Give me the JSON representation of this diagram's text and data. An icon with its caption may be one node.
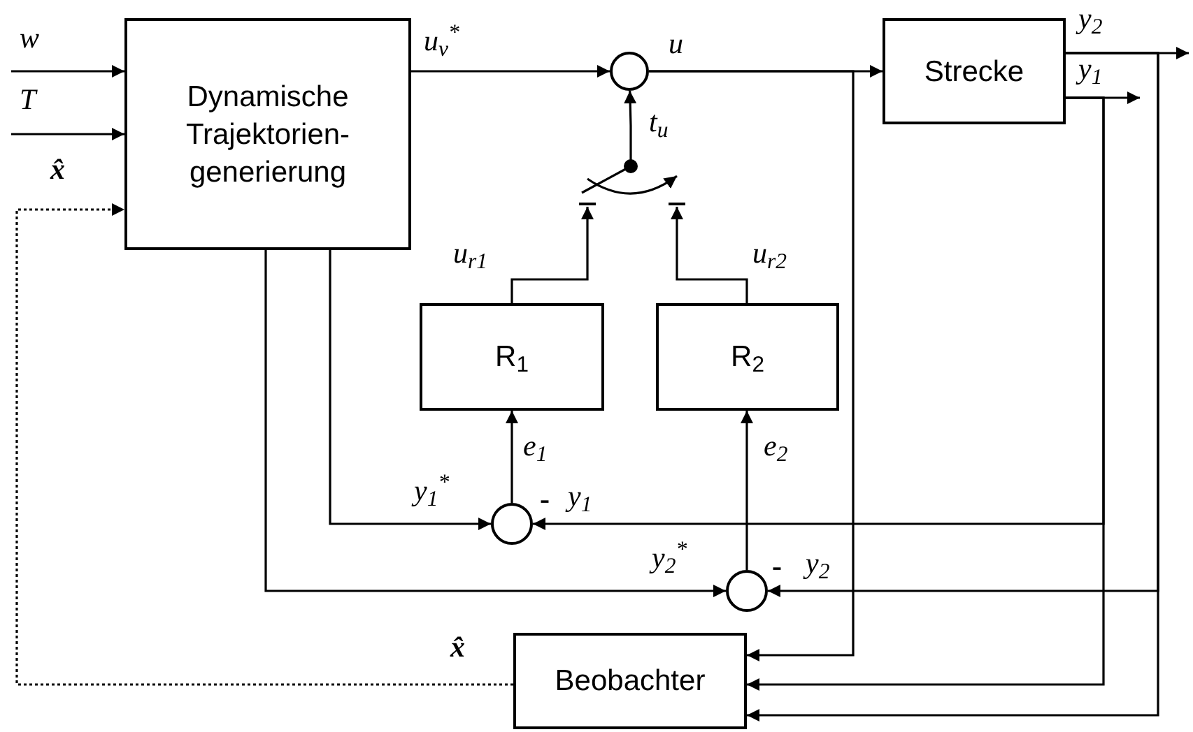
{
  "diagram": {
    "nodes": [
      {
        "text": [
          "Dynamische Trajektorien- generierung"
        ]
      },
      {
        "text": [],
        "shape": "circle"
      },
      {
        "text": [
          "Strecke"
        ]
      },
      {
        "text": [],
        "shape": "switch"
      },
      {
        "text": [
          "R$_{1}$"
        ]
      },
      {
        "text": [
          "R$_{2}$"
        ]
      },
      {
        "text": [],
        "shape": "circle"
      },
      {
        "text": [],
        "shape": "circle"
      },
      {
        "text": [
          "Beobachter"
        ]
      }
    ],
    "edges": [
      {
        "from": null,
        "to": 0,
        "arrow": "to",
        "label": "w"
      },
      {
        "from": null,
        "to": 0,
        "arrow": "to",
        "label": "T"
      },
      {
        "from": 8,
        "to": 0,
        "arrow": "to",
        "label": "x̂",
        "style": "dashed"
      },
      {
        "from": 0,
        "to": 1,
        "arrow": "to",
        "label": "u$_{v}$$^{*}$"
      },
      {
        "from": 1,
        "to": 2,
        "arrow": "to",
        "label": "u"
      },
      {
        "from": 2,
        "to": null,
        "arrow": "to",
        "label": "y$_{2}$"
      },
      {
        "from": 2,
        "to": null,
        "arrow": "to",
        "label": "y$_{1}$"
      },
      {
        "from": 3,
        "to": 1,
        "arrow": "to",
        "label": "t$_{u}$"
      },
      {
        "from": 4,
        "to": 3,
        "arrow": "to",
        "label": "u$_{r1}$"
      },
      {
        "from": 5,
        "to": 3,
        "arrow": "to",
        "label": "u$_{r2}$"
      },
      {
        "from": 0,
        "to": 6,
        "arrow": "to",
        "label": "y$_{1}$$^{*}$"
      },
      {
        "from": 2,
        "to": 6,
        "arrow": "to",
        "label": "y$_{1}$"
      },
      {
        "from": 6,
        "to": 4,
        "arrow": "to",
        "label": "e$_{1}$"
      },
      {
        "from": 0,
        "to": 7,
        "arrow": "to",
        "label": "y$_{2}$$^{*}$"
      },
      {
        "from": 2,
        "to": 7,
        "arrow": "to",
        "label": "y$_{2}$"
      },
      {
        "from": 7,
        "to": 5,
        "arrow": "to",
        "label": "e$_{2}$"
      },
      {
        "from": 1,
        "to": 8,
        "arrow": "to"
      },
      {
        "from": 2,
        "to": 8,
        "arrow": "to"
      },
      {
        "from": 2,
        "to": 8,
        "arrow": "to"
      }
    ],
    "labels": [
      "x̂",
      "-",
      "-"
    ]
  }
}
